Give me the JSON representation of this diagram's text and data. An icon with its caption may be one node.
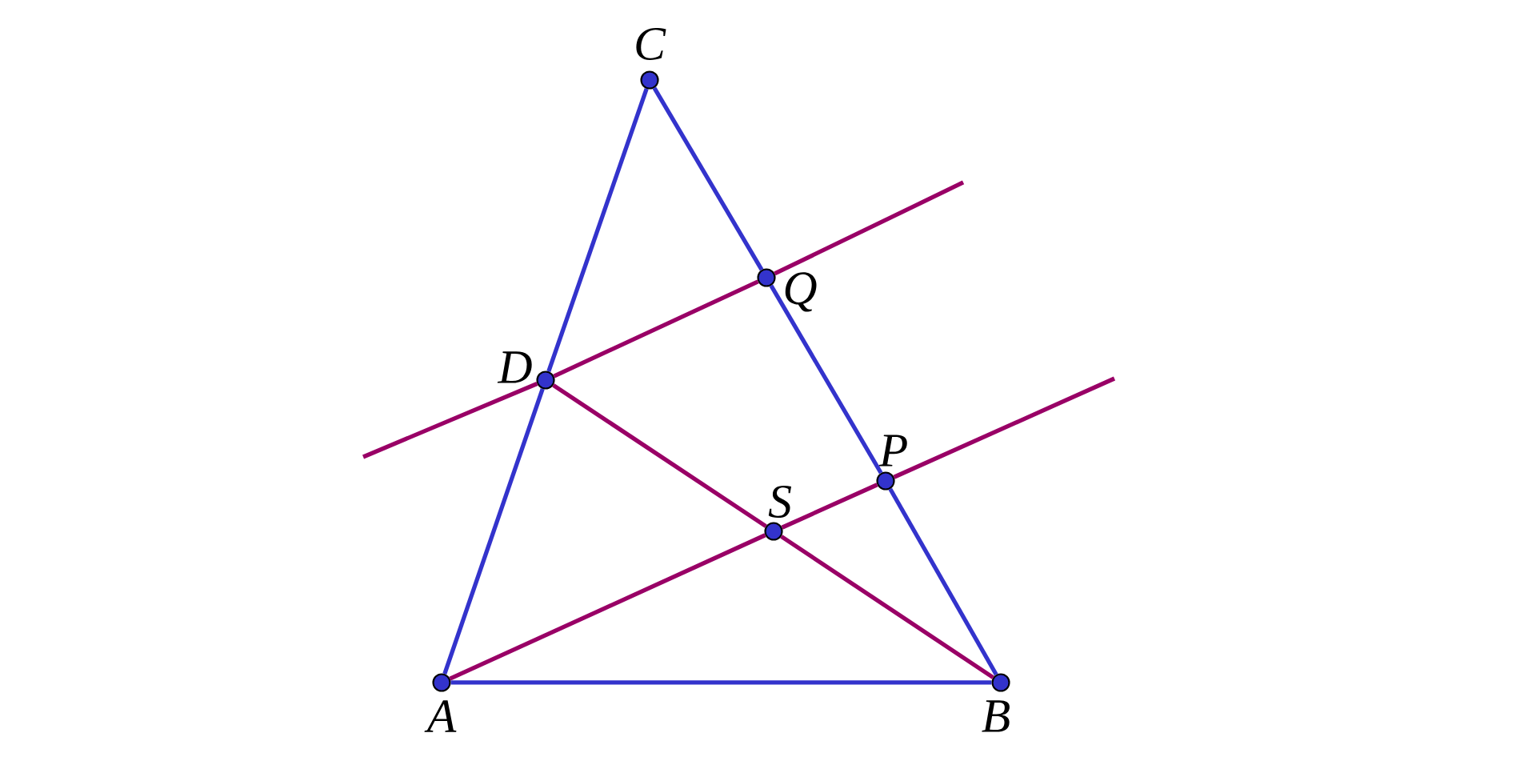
{
  "diagram": {
    "nodes": [
      {
        "text": [
          "A"
        ]
      },
      {
        "text": [
          "B"
        ]
      },
      {
        "text": [
          "C"
        ]
      },
      {
        "text": [
          "D"
        ]
      },
      {
        "text": [
          "Q"
        ]
      },
      {
        "text": [
          "P"
        ]
      },
      {
        "text": [
          "S"
        ]
      }
    ],
    "edges": [
      {
        "from": 0,
        "to": 1,
        "arrow": "none",
        "color": "#3333cc"
      },
      {
        "from": 0,
        "to": 3,
        "arrow": "none",
        "color": "#3333cc"
      },
      {
        "from": 3,
        "to": 2,
        "arrow": "none",
        "color": "#3333cc"
      },
      {
        "from": 2,
        "to": 4,
        "arrow": "none",
        "color": "#3333cc"
      },
      {
        "from": 4,
        "to": 5,
        "arrow": "none",
        "color": "#3333cc"
      },
      {
        "from": 5,
        "to": 1,
        "arrow": "none",
        "color": "#3333cc"
      },
      {
        "from": null,
        "to": 3,
        "arrow": "none"
      },
      {
        "from": 3,
        "to": 4,
        "arrow": "none"
      },
      {
        "from": 4,
        "to": null,
        "arrow": "none"
      },
      {
        "from": 3,
        "to": 6,
        "arrow": "none"
      },
      {
        "from": 6,
        "to": 1,
        "arrow": "none"
      },
      {
        "from": 0,
        "to": 6,
        "arrow": "none"
      },
      {
        "from": 6,
        "to": 5,
        "arrow": "none"
      },
      {
        "from": 5,
        "to": null,
        "arrow": "none"
      }
    ]
  }
}
